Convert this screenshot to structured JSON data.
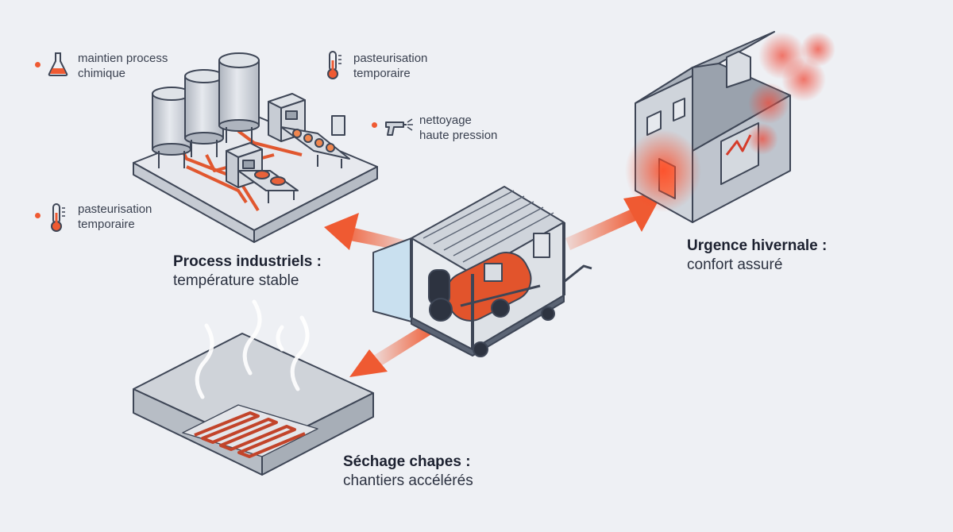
{
  "colors": {
    "accent": "#ef5a32",
    "line": "#3e4656",
    "metal": "#c9ced6",
    "background": "#eef0f4"
  },
  "sections": {
    "industrial": {
      "title": "Process industriels :",
      "subtitle": "température stable",
      "icon": "factory-icon"
    },
    "winter": {
      "title": "Urgence hivernale :",
      "subtitle": "confort assuré",
      "icon": "house-icon"
    },
    "screed": {
      "title": "Séchage chapes :",
      "subtitle": "chantiers accélérés",
      "icon": "screed-floor-icon"
    }
  },
  "bullets": [
    {
      "line1": "maintien process",
      "line2": "chimique",
      "icon": "flask-icon"
    },
    {
      "line1": "pasteurisation",
      "line2": "temporaire",
      "icon": "thermometer-icon"
    },
    {
      "line1": "nettoyage",
      "line2": "haute pression",
      "icon": "pressure-washer-icon"
    },
    {
      "line1": "pasteurisation",
      "line2": "temporaire",
      "icon": "thermometer-icon"
    }
  ],
  "center": {
    "icon": "mobile-boiler-container-icon"
  }
}
